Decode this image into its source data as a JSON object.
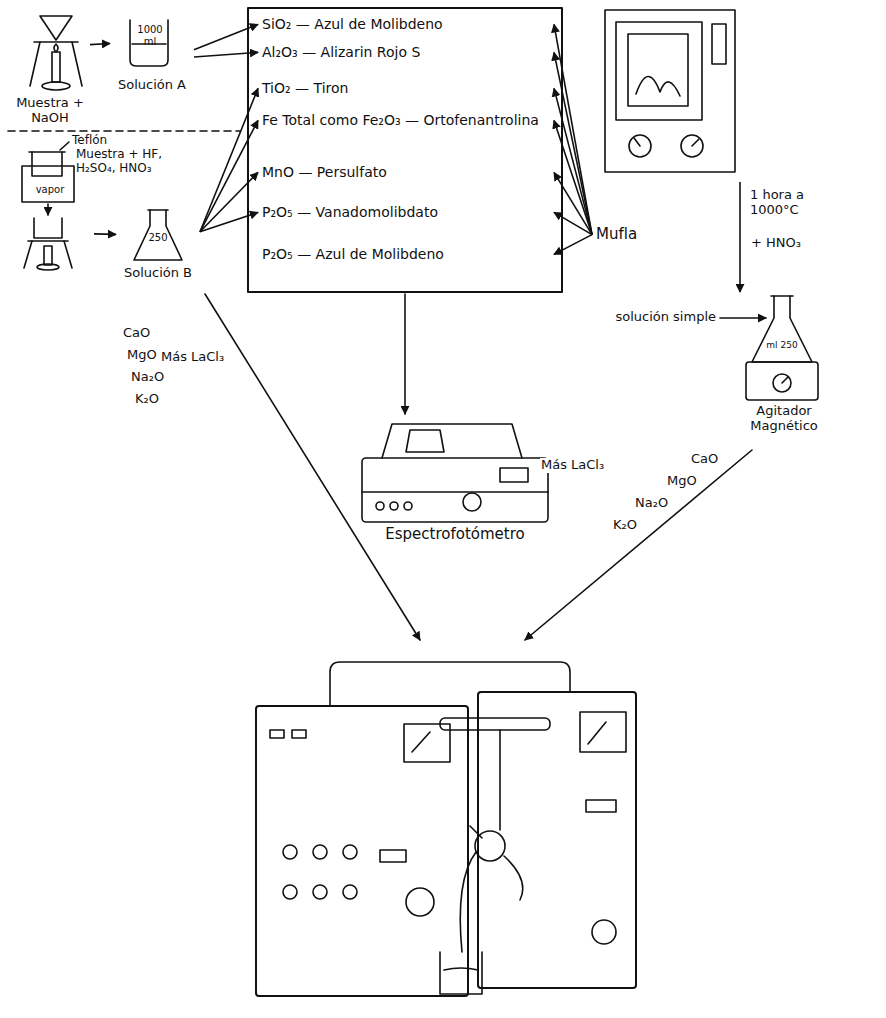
{
  "diagram": {
    "nodes": [
      {
        "text": [
          "Muestra + NaOH"
        ]
      },
      {
        "text": [
          "1000 ml",
          "Solución A"
        ]
      },
      {
        "text": [
          "Teflón",
          "Muestra + HF, H₂SO₄, HNO₃",
          "vapor"
        ]
      },
      {
        "text": [
          "250",
          "Solución B"
        ]
      },
      {
        "text": [
          "SiO₂ — Azul de Molibdeno"
        ]
      },
      {
        "text": [
          "Al₂O₃ — Alizarin Rojo S"
        ]
      },
      {
        "text": [
          "TiO₂ — Tiron"
        ]
      },
      {
        "text": [
          "Fe Total como Fe₂O₃ — Ortofenantrolina"
        ]
      },
      {
        "text": [
          "MnO — Persulfato"
        ]
      },
      {
        "text": [
          "P₂O₅ — Vanadomolibdato"
        ]
      },
      {
        "text": [
          "P₂O₅ — Azul de Molibdeno"
        ]
      },
      {
        "text": [
          "Mufla"
        ]
      },
      {
        "text": [
          "solución simple",
          "ml 250",
          "Agitador Magnético"
        ]
      },
      {
        "text": [
          "Espectrofotómetro"
        ]
      }
    ],
    "edges": [
      {
        "from": 0,
        "to": 1,
        "arrow": "to"
      },
      {
        "from": 2,
        "to": 3,
        "arrow": "to"
      },
      {
        "from": 1,
        "to": 4,
        "arrow": "to"
      },
      {
        "from": 1,
        "to": 5,
        "arrow": "to"
      },
      {
        "from": 3,
        "to": 6,
        "arrow": "to"
      },
      {
        "from": 3,
        "to": 7,
        "arrow": "to"
      },
      {
        "from": 3,
        "to": 8,
        "arrow": "to"
      },
      {
        "from": 3,
        "to": 9,
        "arrow": "to"
      },
      {
        "from": 11,
        "to": 4,
        "arrow": "to"
      },
      {
        "from": 11,
        "to": 5,
        "arrow": "to"
      },
      {
        "from": 11,
        "to": 6,
        "arrow": "to"
      },
      {
        "from": 11,
        "to": 7,
        "arrow": "to"
      },
      {
        "from": 11,
        "to": 8,
        "arrow": "to"
      },
      {
        "from": 11,
        "to": 9,
        "arrow": "to"
      },
      {
        "from": 11,
        "to": 10,
        "arrow": "to"
      },
      {
        "from": 11,
        "to": 12,
        "arrow": "to",
        "label": "1 hora a 1000°C"
      }
    ],
    "labels": [
      "+ HNO₃",
      "Más LaCl₃",
      "CaO",
      "MgO",
      "Na₂O",
      "K₂O",
      "Más LaCl₃",
      "CaO",
      "MgO",
      "Na₂O",
      "K₂O"
    ]
  }
}
